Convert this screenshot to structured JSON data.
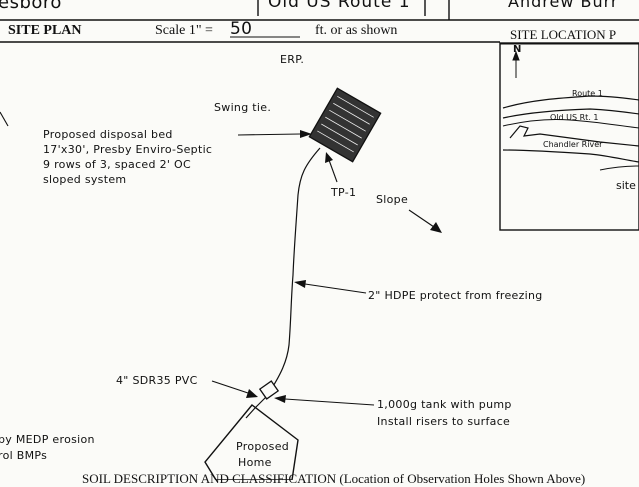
{
  "header": {
    "town": "esboro",
    "road": "Old US Route 1",
    "owner": "Andrew Burr"
  },
  "site_plan": {
    "label": "SITE PLAN",
    "scale_label": "Scale  1\" =",
    "scale_value": "50",
    "scale_unit": "ft. or as shown"
  },
  "location_panel": {
    "label": "SITE LOCATION P",
    "north": "N",
    "route1": "Route 1",
    "old_route": "Old US Rt. 1",
    "river": "Chandler River",
    "site": "site"
  },
  "annotations": {
    "erp": "ERP.",
    "swing_tie": "Swing tie.",
    "bed_line1": "Proposed disposal bed",
    "bed_line2": "17'x30', Presby Enviro-Septic",
    "bed_line3": "9 rows of 3, spaced 2' OC",
    "bed_line4": "sloped system",
    "tp1": "TP-1",
    "slope": "Slope",
    "hdpe": "2\" HDPE protect from freezing",
    "pvc": "4\" SDR35 PVC",
    "tank_line1": "1,000g tank with pump",
    "tank_line2": "Install risers to surface",
    "bmp_line1": "by MEDP erosion",
    "bmp_line2": "rol BMPs",
    "home_line1": "Proposed",
    "home_line2": "Home"
  },
  "footer": {
    "text": "SOIL DESCRIPTION AND CLASSIFICATION (Location of Observation Holes Shown Above)"
  }
}
